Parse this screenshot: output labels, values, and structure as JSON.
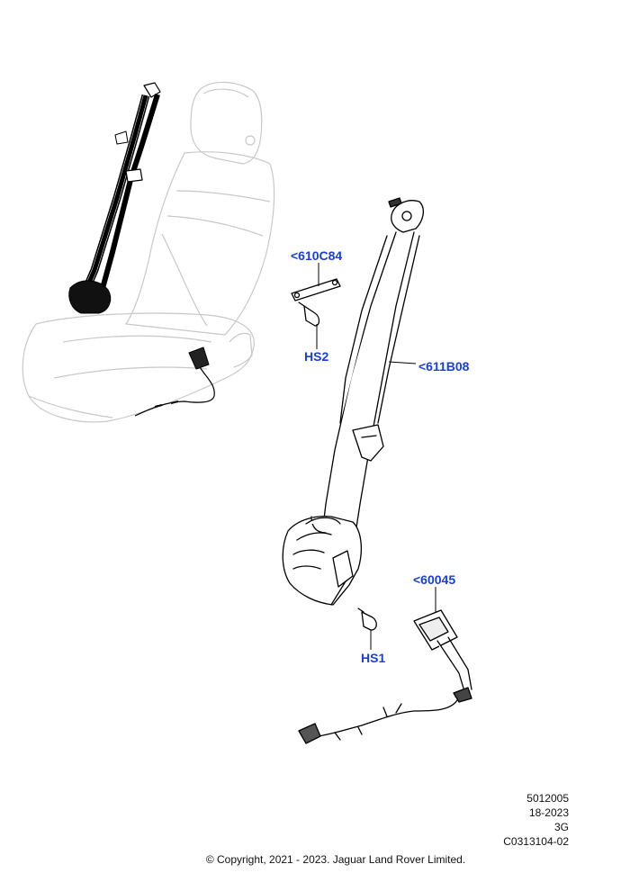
{
  "callouts": {
    "c1": "<610C84",
    "c2": "HS2",
    "c3": "<611B08",
    "c4": "<60045",
    "c5": "HS1"
  },
  "meta": {
    "line1": "5012005",
    "line2": "18-2023",
    "line3": "3G",
    "line4": "C0313104-02"
  },
  "copyright": "© Copyright, 2021 - 2023. Jaguar Land Rover Limited.",
  "colors": {
    "callout": "#1a3fd6",
    "seat_outline": "#c8c8c8",
    "belt": "#000000"
  }
}
